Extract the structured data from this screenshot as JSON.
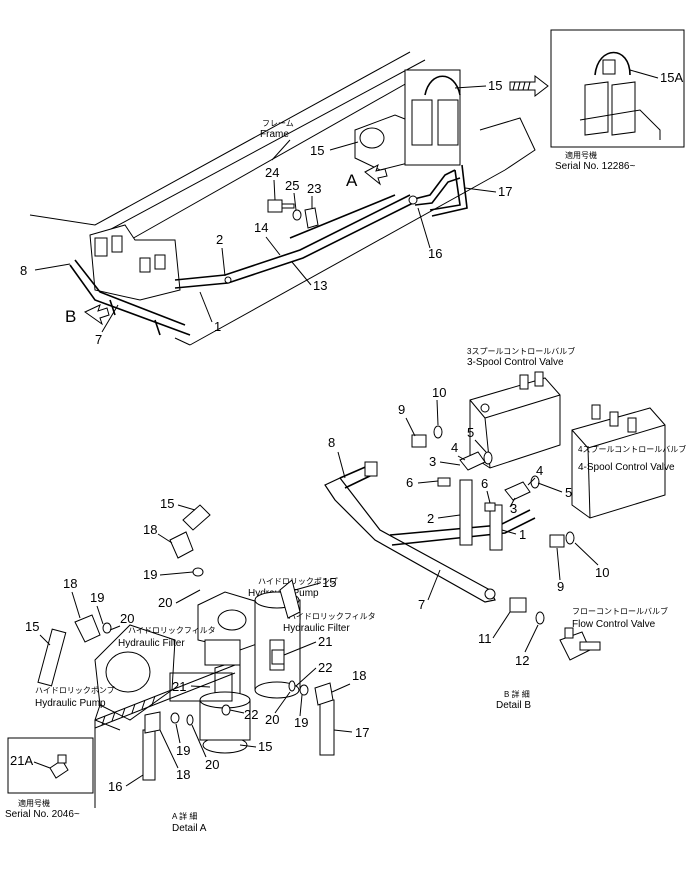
{
  "part_numbers": {
    "p1": "1",
    "p2": "2",
    "p3": "3",
    "p4": "4",
    "p5": "5",
    "p6": "6",
    "p7": "7",
    "p8": "8",
    "p9": "9",
    "p10": "10",
    "p11": "11",
    "p12": "12",
    "p13": "13",
    "p14": "14",
    "p15": "15",
    "p15a": "15A",
    "p16": "16",
    "p17": "17",
    "p18": "18",
    "p19": "19",
    "p20": "20",
    "p21": "21",
    "p21a": "21A",
    "p22": "22",
    "p23": "23",
    "p24": "24",
    "p25": "25"
  },
  "view_letters": {
    "a": "A",
    "b": "B"
  },
  "labels": {
    "frame_jp": "フレーム",
    "frame_en": "Frame",
    "serial_jp": "適用号機",
    "serial_top": "Serial No. 12286~",
    "serial_bottom": "Serial No. 2046~",
    "spool3_jp": "3スプールコントロールバルブ",
    "spool3_en": "3-Spool Control Valve",
    "spool4_jp": "4スプールコントロールバルブ",
    "spool4_en": "4-Spool Control Valve",
    "flow_jp": "フローコントロールバルブ",
    "flow_en": "Flow Control Valve",
    "hpump_jp": "ハイドロリックポンプ",
    "hpump_en": "Hydraulic Pump",
    "hfilter_jp": "ハイドロリックフィルタ",
    "hfilter_en": "Hydraulic Filter",
    "detail_a_jp": "A 詳 細",
    "detail_a_en": "Detail A",
    "detail_b_jp": "B 詳 細",
    "detail_b_en": "Detail B"
  }
}
